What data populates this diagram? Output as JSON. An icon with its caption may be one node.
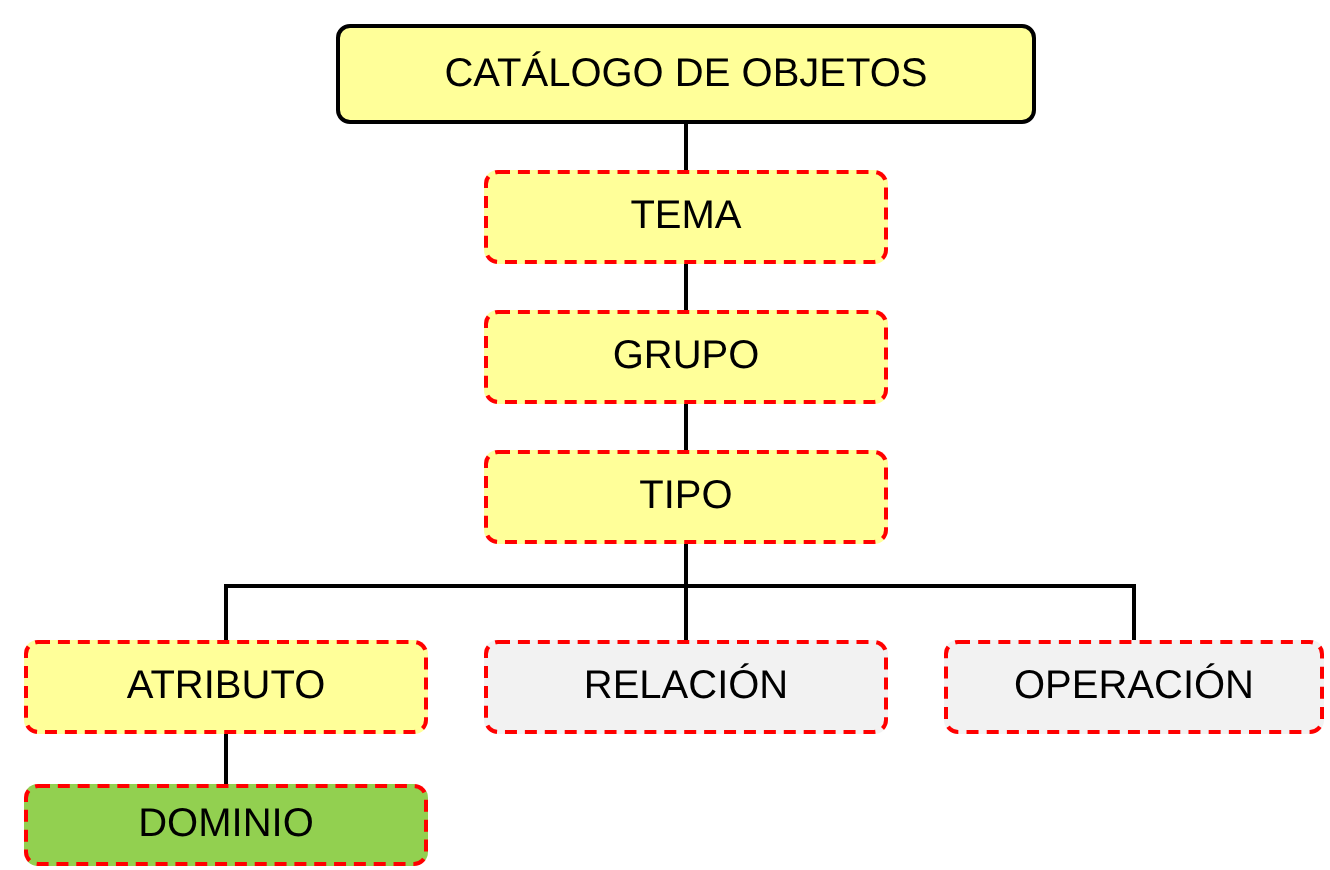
{
  "diagram": {
    "nodes": [
      {
        "text": [
          "CATÁLOGO DE OBJETOS"
        ]
      },
      {
        "text": [
          "TEMA"
        ]
      },
      {
        "text": [
          "GRUPO"
        ]
      },
      {
        "text": [
          "TIPO"
        ]
      },
      {
        "text": [
          "ATRIBUTO"
        ]
      },
      {
        "text": [
          "RELACIÓN"
        ]
      },
      {
        "text": [
          "OPERACIÓN"
        ]
      },
      {
        "text": [
          "DOMINIO"
        ]
      }
    ],
    "edges": [
      {
        "from": 0,
        "to": 1,
        "arrow": "none"
      },
      {
        "from": 1,
        "to": 2,
        "arrow": "none"
      },
      {
        "from": 2,
        "to": 3,
        "arrow": "none"
      },
      {
        "from": 3,
        "to": 4,
        "arrow": "none"
      },
      {
        "from": 3,
        "to": 5,
        "arrow": "none"
      },
      {
        "from": 3,
        "to": 6,
        "arrow": "none"
      },
      {
        "from": 4,
        "to": 7,
        "arrow": "none"
      }
    ]
  }
}
